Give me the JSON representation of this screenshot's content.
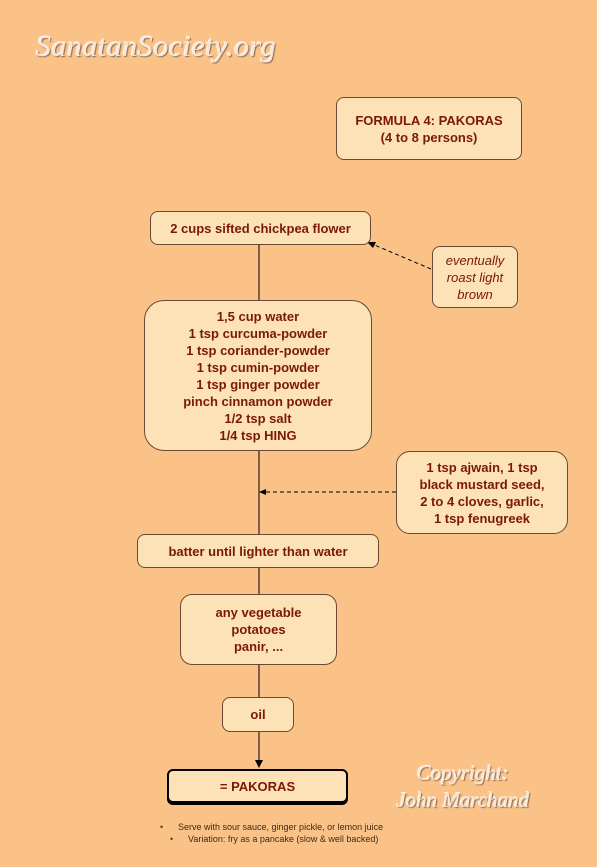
{
  "watermark": {
    "site": "SanatanSociety.org",
    "copyright": "Copyright:\nJohn Marchand"
  },
  "title": "FORMULA 4: PAKORAS\n(4 to 8 persons)",
  "steps": {
    "flour": "2 cups sifted chickpea flower",
    "spices": "1,5 cup water\n1 tsp curcuma-powder\n1 tsp coriander-powder\n1 tsp cumin-powder\n1 tsp ginger powder\npinch cinnamon powder\n1/2 tsp salt\n1/4 tsp HING",
    "batter": "batter until lighter than water",
    "vegetables": "any vegetable\npotatoes\npanir, ...",
    "oil": "oil",
    "result": "= PAKORAS"
  },
  "side_notes": {
    "roast": "eventually\nroast light\nbrown",
    "seeds": "1 tsp ajwain, 1 tsp\nblack mustard seed,\n2 to 4 cloves, garlic,\n1 tsp fenugreek"
  },
  "footer_notes": [
    "Serve with sour sauce, ginger pickle, or lemon juice",
    "Variation: fry as a pancake (slow & well backed)"
  ]
}
